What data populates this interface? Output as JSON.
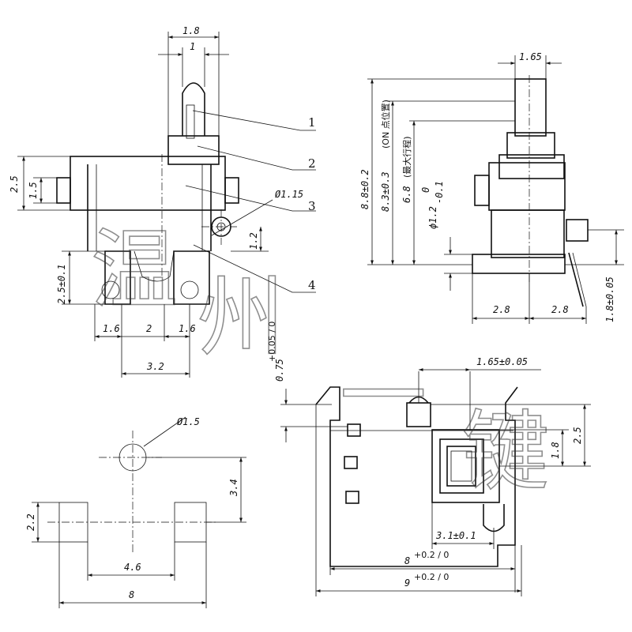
{
  "front_view": {
    "dim_width_outer": "1.8",
    "dim_width_inner": "1",
    "dim_height_left": "2.5",
    "dim_height_left_inner": "1.5",
    "dim_hole_dia": "Ø1.15",
    "dim_hole_height": "1.2",
    "dim_pin_height": "2.5±0.1",
    "dim_pitch_left": "1.6",
    "dim_pitch_mid": "2",
    "dim_pitch_right": "1.6",
    "dim_pitch_total": "3.2"
  },
  "callouts": {
    "c1": "1",
    "c2": "2",
    "c3": "3",
    "c4": "4"
  },
  "side_view": {
    "dim_top": "1.65",
    "dim_h1": "8.8±0.2",
    "dim_h2": "8.3±0.3",
    "dim_h2_note": "(ON 点位置)",
    "dim_h3": "6.8",
    "dim_h3_note": "(最大行程)",
    "dim_pin_tol_upper": "0",
    "dim_pin_tol_lower": "-0.1",
    "dim_pin": "ϕ1.2",
    "dim_bottom_left": "2.8",
    "dim_bottom_right": "2.8",
    "dim_right": "1.8±0.05"
  },
  "footprint": {
    "dim_hole": "Ø1.5",
    "dim_pad_h": "2.2",
    "dim_hole_offset": "3.4",
    "dim_pad_pitch": "4.6",
    "dim_total": "8"
  },
  "top_view": {
    "dim_slot_main": "0.75",
    "dim_slot_tol": "+0.05 / 0",
    "dim_top": "1.65±0.05",
    "dim_r1": "1.8",
    "dim_r2": "2.5",
    "dim_inner": "3.1±0.1",
    "dim_w1": "8",
    "dim_w1_tol": "+0.2 / 0",
    "dim_w2": "9",
    "dim_w2_tol": "+0.2 / 0"
  },
  "watermark": {
    "c1": "温",
    "c2": "州",
    "c3": "一",
    "c4": "键"
  }
}
